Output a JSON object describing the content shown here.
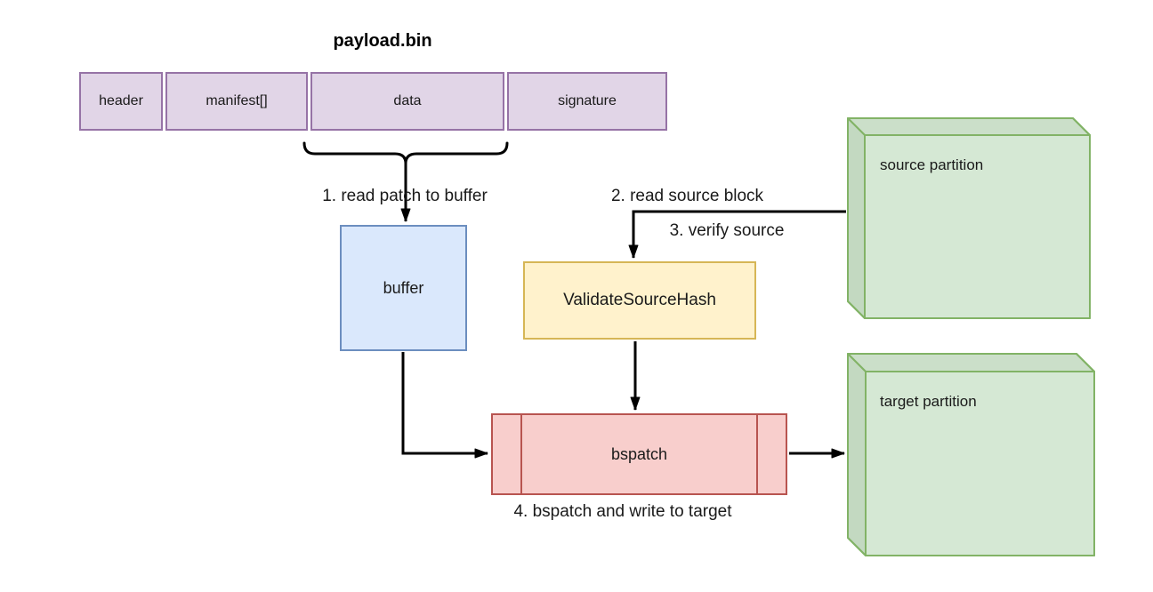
{
  "title": "payload.bin",
  "payload_bar": {
    "segments": [
      "header",
      "manifest[]",
      "data",
      "signature"
    ]
  },
  "nodes": {
    "buffer": "buffer",
    "validate_source_hash": "ValidateSourceHash",
    "bspatch": "bspatch",
    "source_partition": "source partition",
    "target_partition": "target partition"
  },
  "steps": {
    "step1": "1. read patch to buffer",
    "step2": "2. read source block",
    "step3": "3. verify source",
    "step4": "4. bspatch and write to target"
  },
  "colors": {
    "purple_fill": "#E1D5E7",
    "purple_border": "#9673A6",
    "blue_fill": "#DAE8FC",
    "blue_border": "#6C8EBF",
    "yellow_fill": "#FFF2CC",
    "yellow_border": "#D6B656",
    "red_fill": "#F8CECC",
    "red_border": "#B85450",
    "green_fill": "#D5E8D4",
    "green_band": "#CBDFC9",
    "green_border": "#82B366",
    "arrow": "#000000"
  }
}
